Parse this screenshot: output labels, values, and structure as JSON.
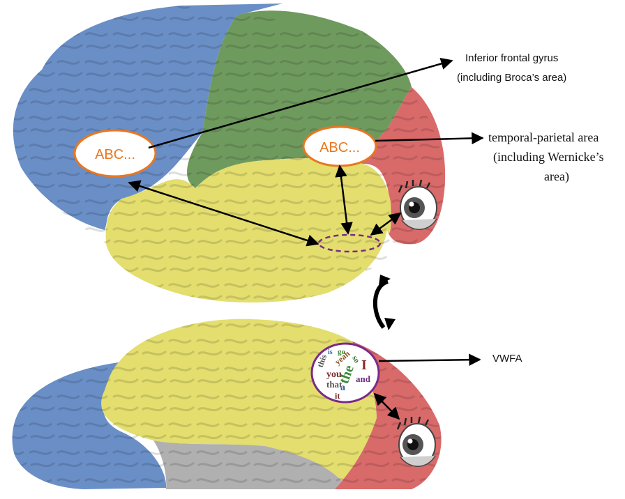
{
  "labels": {
    "inferior_frontal_line1": "Inferior frontal gyrus",
    "inferior_frontal_line2": "(including Broca’s area)",
    "temporal_parietal_line1": "temporal-parietal area",
    "temporal_parietal_line2": "(including Wernicke’s",
    "temporal_parietal_line3": "area)",
    "vwfa": "VWFA"
  },
  "bubbles": {
    "left_text": "ABC...",
    "right_text": "ABC..."
  },
  "word_cloud": [
    "this",
    "is",
    "go",
    "yeah",
    "so",
    "you",
    "I",
    "the",
    "that",
    "a",
    "it",
    "and"
  ],
  "colors": {
    "frontal": "#6a8fc7",
    "parietal": "#6f9a5e",
    "temporal": "#e3de6e",
    "occipital": "#d96a6a",
    "cerebellum": "#b0b0b0",
    "bubble_stroke": "#e87722",
    "vwfa_ring": "#7b2a8a",
    "arrow": "#000000"
  },
  "icons": [
    "eye-icon",
    "rotate-arrow-icon"
  ]
}
